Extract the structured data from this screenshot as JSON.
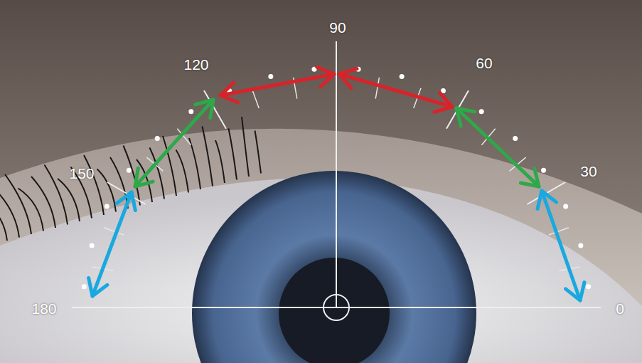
{
  "diagram": {
    "labels": [
      "90",
      "120",
      "60",
      "150",
      "30",
      "180",
      "0"
    ]
  }
}
